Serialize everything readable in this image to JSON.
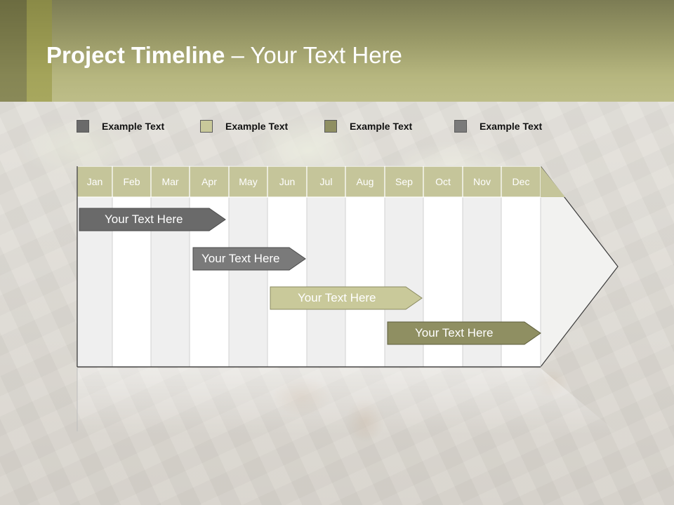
{
  "header": {
    "title_bold": "Project Timeline",
    "title_rest": " – Your Text Here"
  },
  "legend": [
    {
      "label": "Example Text",
      "color": "#6a6a6a"
    },
    {
      "label": "Example Text",
      "color": "#c9c99a"
    },
    {
      "label": "Example Text",
      "color": "#8f8f62"
    },
    {
      "label": "Example Text",
      "color": "#7a7a7a"
    }
  ],
  "months": [
    "Jan",
    "Feb",
    "Mar",
    "Apr",
    "May",
    "Jun",
    "Jul",
    "Aug",
    "Sep",
    "Oct",
    "Nov",
    "Dec"
  ],
  "tasks": [
    {
      "label": "Your  Text Here",
      "color": "#6a6a6a",
      "text_color": "#ffffff"
    },
    {
      "label": "Your  Text Here",
      "color": "#7a7a7a",
      "text_color": "#ffffff"
    },
    {
      "label": "Your  Text Here",
      "color": "#c9c99a",
      "text_color": "#ffffff"
    },
    {
      "label": "Your  Text Here",
      "color": "#8f8f62",
      "text_color": "#ffffff"
    }
  ],
  "colors": {
    "header_band": "#b6b67f",
    "month_header": "#c5c59a",
    "column_light": "#ffffff",
    "column_alt": "#efefef"
  }
}
